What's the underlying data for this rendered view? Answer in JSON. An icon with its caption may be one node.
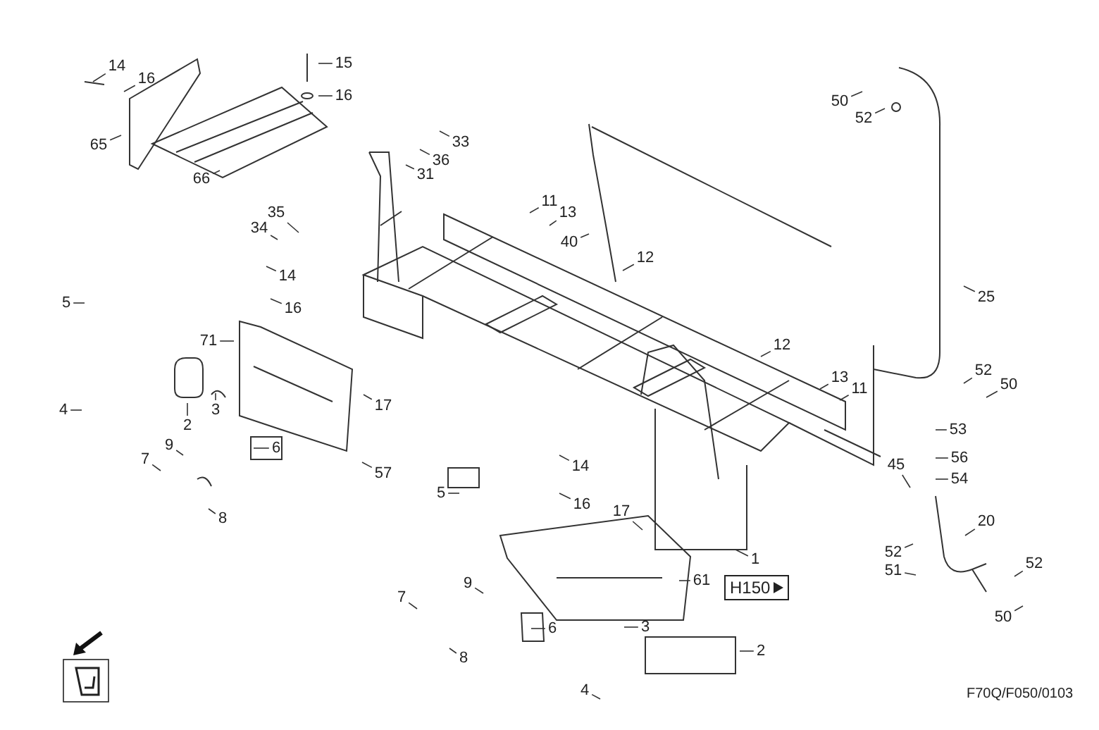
{
  "diagram": {
    "nodes": [
      {
        "text": [
          "14"
        ]
      },
      {
        "text": [
          "16"
        ]
      },
      {
        "text": [
          "65"
        ]
      },
      {
        "text": [
          "66"
        ]
      },
      {
        "text": [
          "15"
        ]
      },
      {
        "text": [
          "16"
        ]
      },
      {
        "text": [
          "33"
        ]
      },
      {
        "text": [
          "36"
        ]
      },
      {
        "text": [
          "31"
        ]
      },
      {
        "text": [
          "35"
        ]
      },
      {
        "text": [
          "34"
        ]
      },
      {
        "text": [
          "14"
        ]
      },
      {
        "text": [
          "16"
        ]
      },
      {
        "text": [
          "5"
        ]
      },
      {
        "text": [
          "71"
        ]
      },
      {
        "text": [
          "2"
        ]
      },
      {
        "text": [
          "3"
        ]
      },
      {
        "text": [
          "4"
        ]
      },
      {
        "text": [
          "17"
        ]
      },
      {
        "text": [
          "6"
        ]
      },
      {
        "text": [
          "57"
        ]
      },
      {
        "text": [
          "9"
        ]
      },
      {
        "text": [
          "7"
        ]
      },
      {
        "text": [
          "8"
        ]
      },
      {
        "text": [
          "11"
        ]
      },
      {
        "text": [
          "13"
        ]
      },
      {
        "text": [
          "12"
        ]
      },
      {
        "text": [
          "40"
        ]
      },
      {
        "text": [
          "50"
        ]
      },
      {
        "text": [
          "52"
        ]
      },
      {
        "text": [
          "25"
        ]
      },
      {
        "text": [
          "12"
        ]
      },
      {
        "text": [
          "13"
        ]
      },
      {
        "text": [
          "11"
        ]
      },
      {
        "text": [
          "52"
        ]
      },
      {
        "text": [
          "50"
        ]
      },
      {
        "text": [
          "53"
        ]
      },
      {
        "text": [
          "56"
        ]
      },
      {
        "text": [
          "54"
        ]
      },
      {
        "text": [
          "45"
        ]
      },
      {
        "text": [
          "20"
        ]
      },
      {
        "text": [
          "52"
        ]
      },
      {
        "text": [
          "51"
        ]
      },
      {
        "text": [
          "52"
        ]
      },
      {
        "text": [
          "50"
        ]
      },
      {
        "text": [
          "14"
        ]
      },
      {
        "text": [
          "16"
        ]
      },
      {
        "text": [
          "5"
        ]
      },
      {
        "text": [
          "17"
        ]
      },
      {
        "text": [
          "61"
        ]
      },
      {
        "text": [
          "1"
        ]
      },
      {
        "text": [
          "9"
        ]
      },
      {
        "text": [
          "7"
        ]
      },
      {
        "text": [
          "8"
        ]
      },
      {
        "text": [
          "6"
        ]
      },
      {
        "text": [
          "3"
        ]
      },
      {
        "text": [
          "2"
        ]
      },
      {
        "text": [
          "4"
        ]
      }
    ],
    "edges": [
      {
        "from": 0,
        "to": null,
        "arrow": "none"
      },
      {
        "from": 1,
        "to": null,
        "arrow": "none"
      },
      {
        "from": 2,
        "to": null,
        "arrow": "none"
      },
      {
        "from": 3,
        "to": null,
        "arrow": "none"
      },
      {
        "from": 4,
        "to": null,
        "arrow": "none"
      },
      {
        "from": 5,
        "to": null,
        "arrow": "none"
      },
      {
        "from": 6,
        "to": null,
        "arrow": "none"
      },
      {
        "from": 7,
        "to": null,
        "arrow": "none"
      },
      {
        "from": 8,
        "to": null,
        "arrow": "none"
      },
      {
        "from": 9,
        "to": null,
        "arrow": "none"
      },
      {
        "from": 10,
        "to": null,
        "arrow": "none"
      },
      {
        "from": 11,
        "to": null,
        "arrow": "none"
      },
      {
        "from": 12,
        "to": null,
        "arrow": "none"
      },
      {
        "from": 13,
        "to": null,
        "arrow": "none"
      },
      {
        "from": 14,
        "to": null,
        "arrow": "none"
      },
      {
        "from": 15,
        "to": null,
        "arrow": "none"
      },
      {
        "from": 16,
        "to": null,
        "arrow": "none"
      },
      {
        "from": 17,
        "to": null,
        "arrow": "none"
      },
      {
        "from": 18,
        "to": null,
        "arrow": "none"
      },
      {
        "from": 19,
        "to": null,
        "arrow": "none"
      },
      {
        "from": 20,
        "to": null,
        "arrow": "none"
      },
      {
        "from": 21,
        "to": null,
        "arrow": "none"
      },
      {
        "from": 22,
        "to": null,
        "arrow": "none"
      },
      {
        "from": 23,
        "to": null,
        "arrow": "none"
      },
      {
        "from": 24,
        "to": null,
        "arrow": "none"
      },
      {
        "from": 25,
        "to": null,
        "arrow": "none"
      },
      {
        "from": 26,
        "to": null,
        "arrow": "none"
      },
      {
        "from": 27,
        "to": null,
        "arrow": "none"
      },
      {
        "from": 28,
        "to": null,
        "arrow": "none"
      },
      {
        "from": 29,
        "to": null,
        "arrow": "none"
      },
      {
        "from": 30,
        "to": null,
        "arrow": "none"
      },
      {
        "from": 31,
        "to": null,
        "arrow": "none"
      },
      {
        "from": 32,
        "to": null,
        "arrow": "none"
      },
      {
        "from": 33,
        "to": null,
        "arrow": "none"
      },
      {
        "from": 34,
        "to": null,
        "arrow": "none"
      },
      {
        "from": 35,
        "to": null,
        "arrow": "none"
      },
      {
        "from": 36,
        "to": null,
        "arrow": "none"
      },
      {
        "from": 37,
        "to": null,
        "arrow": "none"
      },
      {
        "from": 38,
        "to": null,
        "arrow": "none"
      },
      {
        "from": 39,
        "to": null,
        "arrow": "none"
      },
      {
        "from": 40,
        "to": null,
        "arrow": "none"
      },
      {
        "from": 41,
        "to": null,
        "arrow": "none"
      },
      {
        "from": 42,
        "to": null,
        "arrow": "none"
      },
      {
        "from": 43,
        "to": null,
        "arrow": "none"
      },
      {
        "from": 44,
        "to": null,
        "arrow": "none"
      },
      {
        "from": 45,
        "to": null,
        "arrow": "none"
      },
      {
        "from": 46,
        "to": null,
        "arrow": "none"
      },
      {
        "from": 47,
        "to": null,
        "arrow": "none"
      },
      {
        "from": 48,
        "to": null,
        "arrow": "none"
      },
      {
        "from": 49,
        "to": null,
        "arrow": "none"
      },
      {
        "from": 50,
        "to": null,
        "arrow": "none"
      },
      {
        "from": 51,
        "to": null,
        "arrow": "none"
      },
      {
        "from": 52,
        "to": null,
        "arrow": "none"
      },
      {
        "from": 53,
        "to": null,
        "arrow": "none"
      },
      {
        "from": 54,
        "to": null,
        "arrow": "none"
      },
      {
        "from": 55,
        "to": null,
        "arrow": "none"
      },
      {
        "from": 56,
        "to": null,
        "arrow": "none"
      },
      {
        "from": 57,
        "to": null,
        "arrow": "none"
      }
    ],
    "labels": [
      "H150",
      "F70Q/F050/0103"
    ]
  }
}
